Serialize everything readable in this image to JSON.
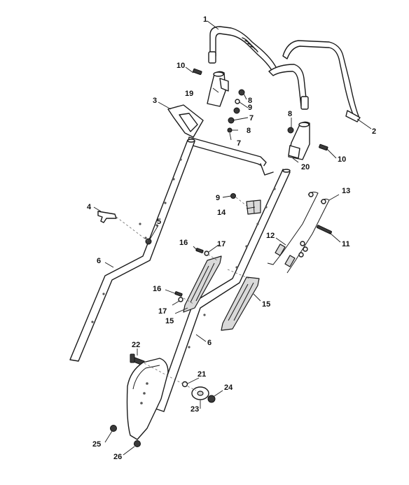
{
  "colors": {
    "line": "#1a1a1a",
    "fill": "#ffffff",
    "grey": "#d9d9d9",
    "dark": "#3a3a3a"
  },
  "callouts": {
    "c1": "1",
    "c2": "2",
    "c3": "3",
    "c4": "4",
    "c5": "5",
    "c6a": "6",
    "c6b": "6",
    "c7a": "7",
    "c7b": "7",
    "c8a": "8",
    "c8b": "8",
    "c8c": "8",
    "c9a": "9",
    "c9b": "9",
    "c10a": "10",
    "c10b": "10",
    "c11": "11",
    "c12": "12",
    "c13": "13",
    "c14": "14",
    "c15a": "15",
    "c15b": "15",
    "c16a": "16",
    "c16b": "16",
    "c17a": "17",
    "c17b": "17",
    "c19": "19",
    "c20": "20",
    "c21": "21",
    "c22": "22",
    "c23": "23",
    "c24": "24",
    "c25": "25",
    "c26": "26"
  }
}
